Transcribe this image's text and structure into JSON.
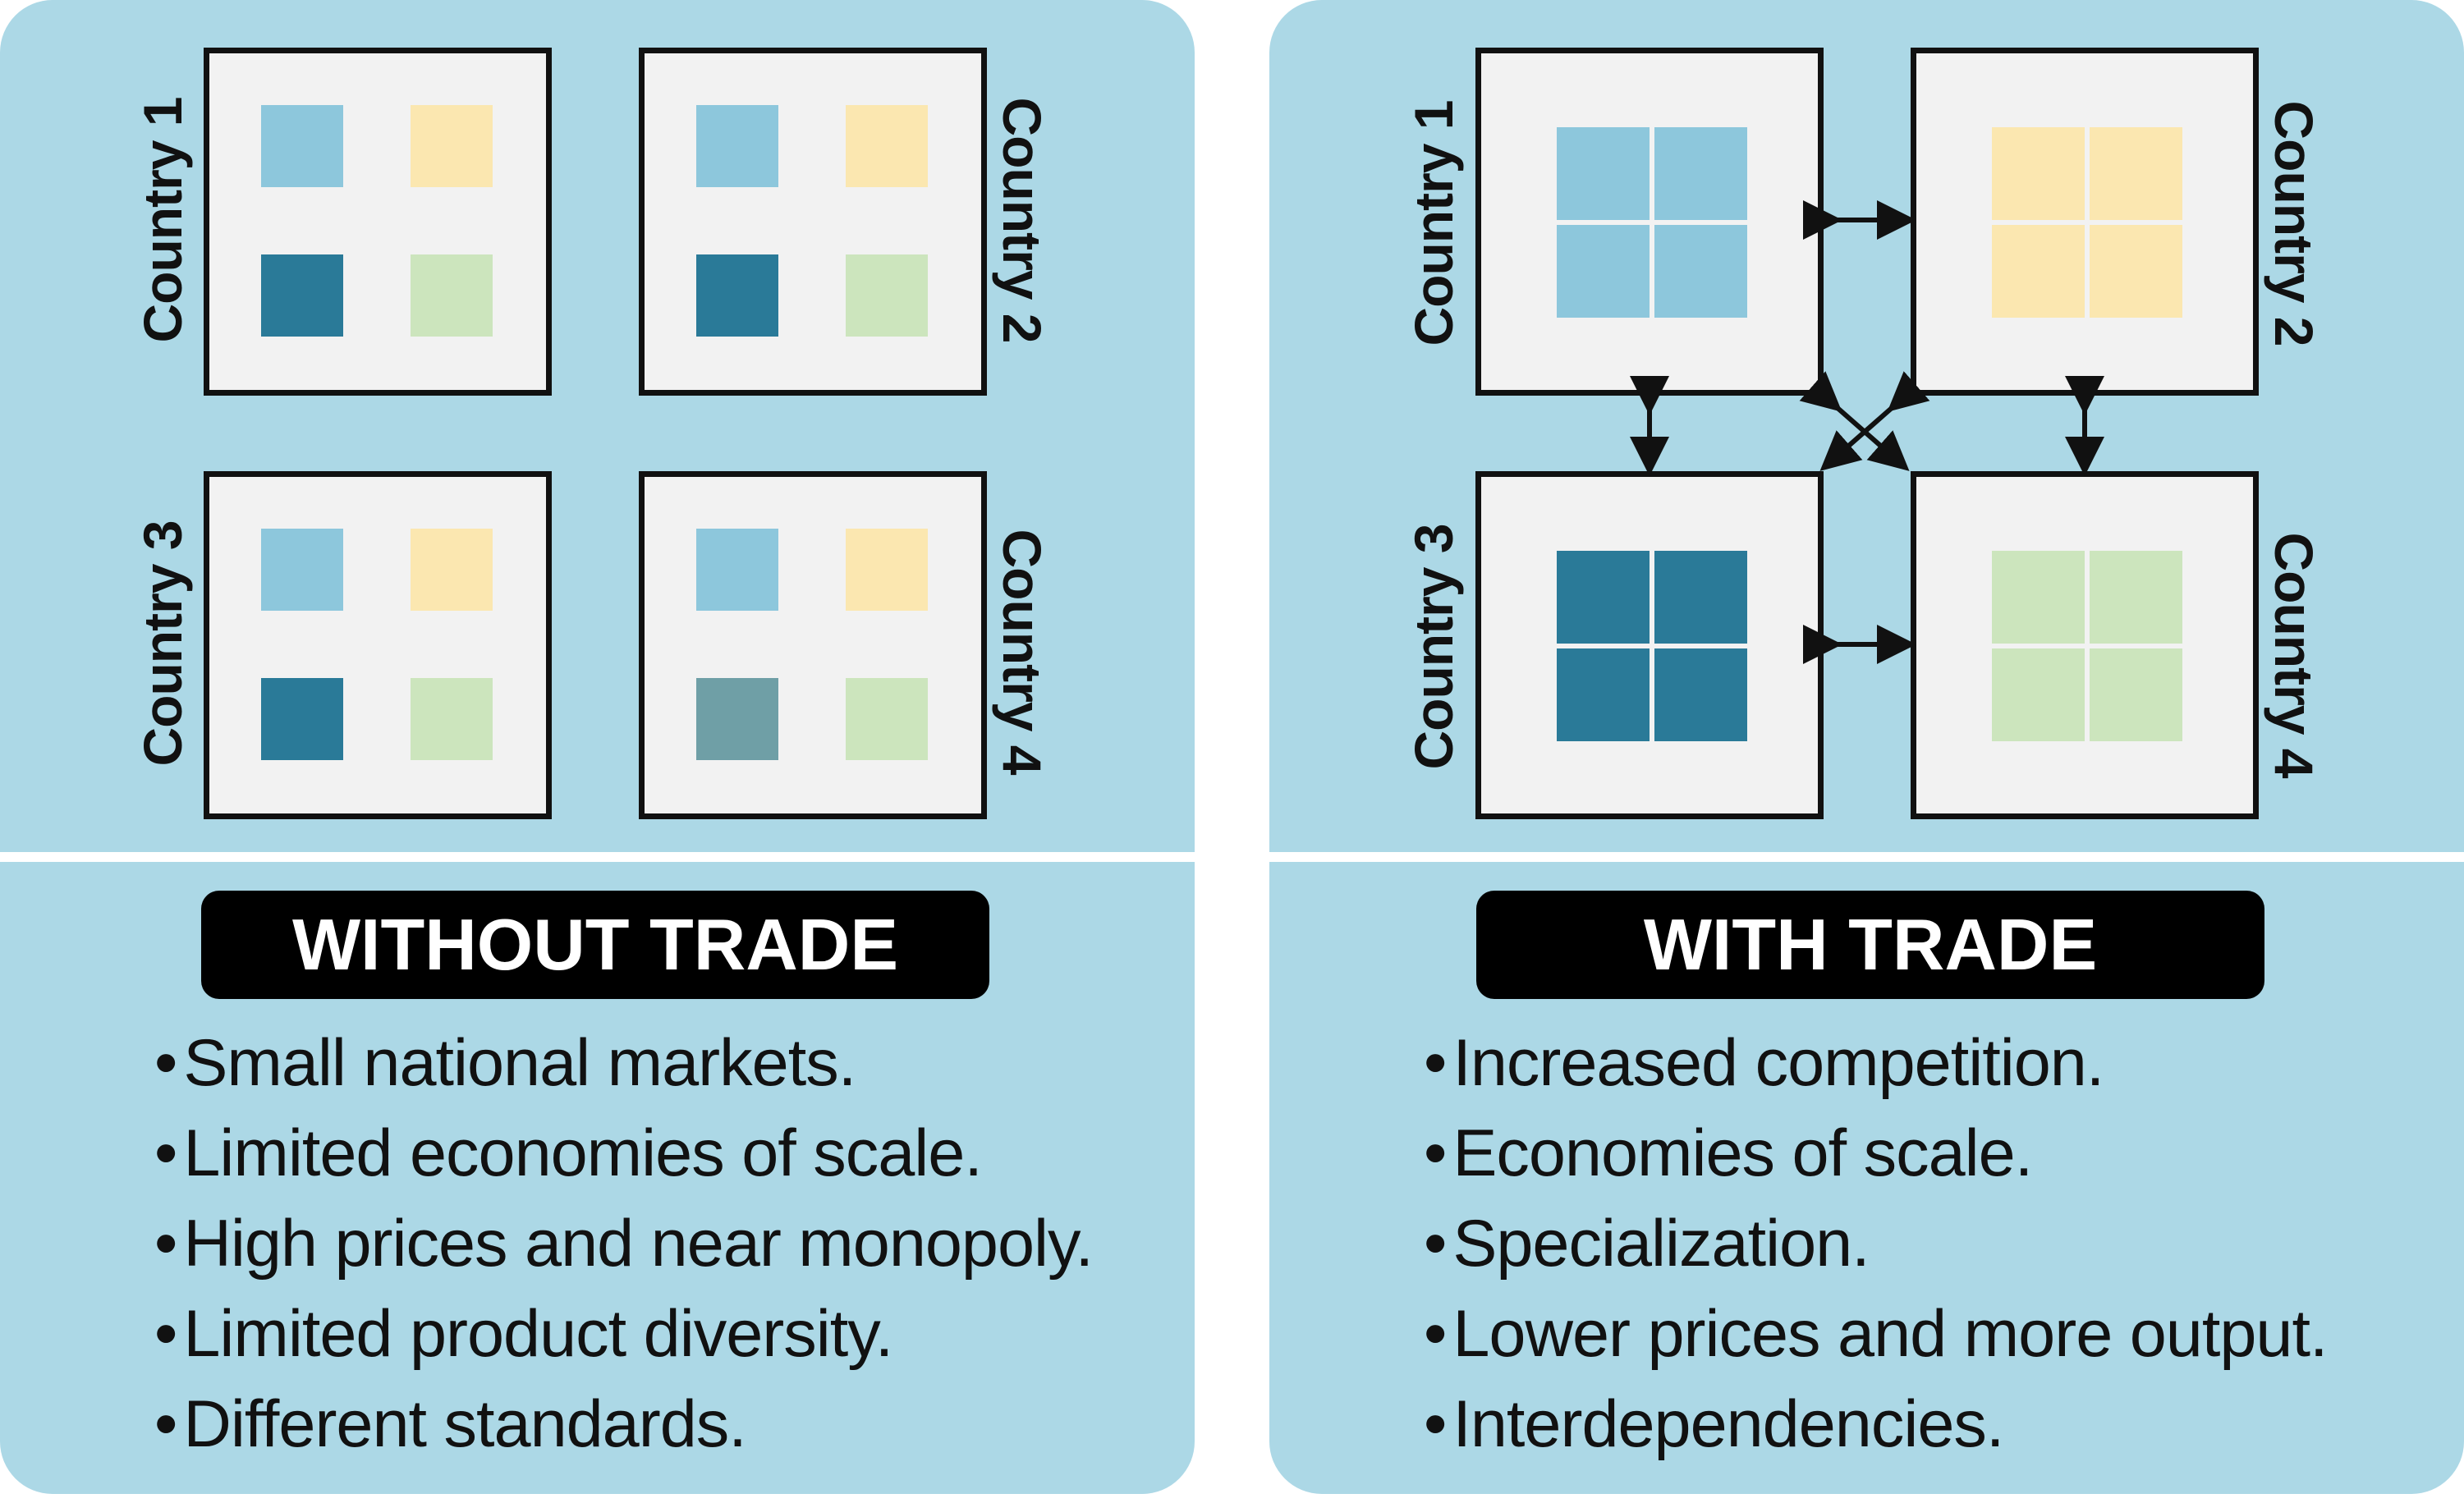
{
  "left_panel": {
    "countries": [
      "Country 1",
      "Country 2",
      "Country 3",
      "Country 4"
    ],
    "title": "WITHOUT TRADE",
    "bullets": [
      "Small national markets.",
      "Limited economies of scale.",
      "High prices and near monopoly.",
      "Limited product diversity.",
      "Different standards."
    ]
  },
  "right_panel": {
    "countries": [
      "Country 1",
      "Country 2",
      "Country 3",
      "Country 4"
    ],
    "title": "WITH TRADE",
    "bullets": [
      "Increased competition.",
      "Economies of scale.",
      "Specialization.",
      "Lower prices and more output.",
      "Interdependencies."
    ]
  },
  "bullet_symbol": "•",
  "colors": {
    "panel": "#acd8e6",
    "light_blue": "#8dc7dc",
    "yellow": "#fbe7b0",
    "dark_teal": "#2a7a98",
    "green": "#cce5bd",
    "grey_teal": "#6f9fa6"
  }
}
